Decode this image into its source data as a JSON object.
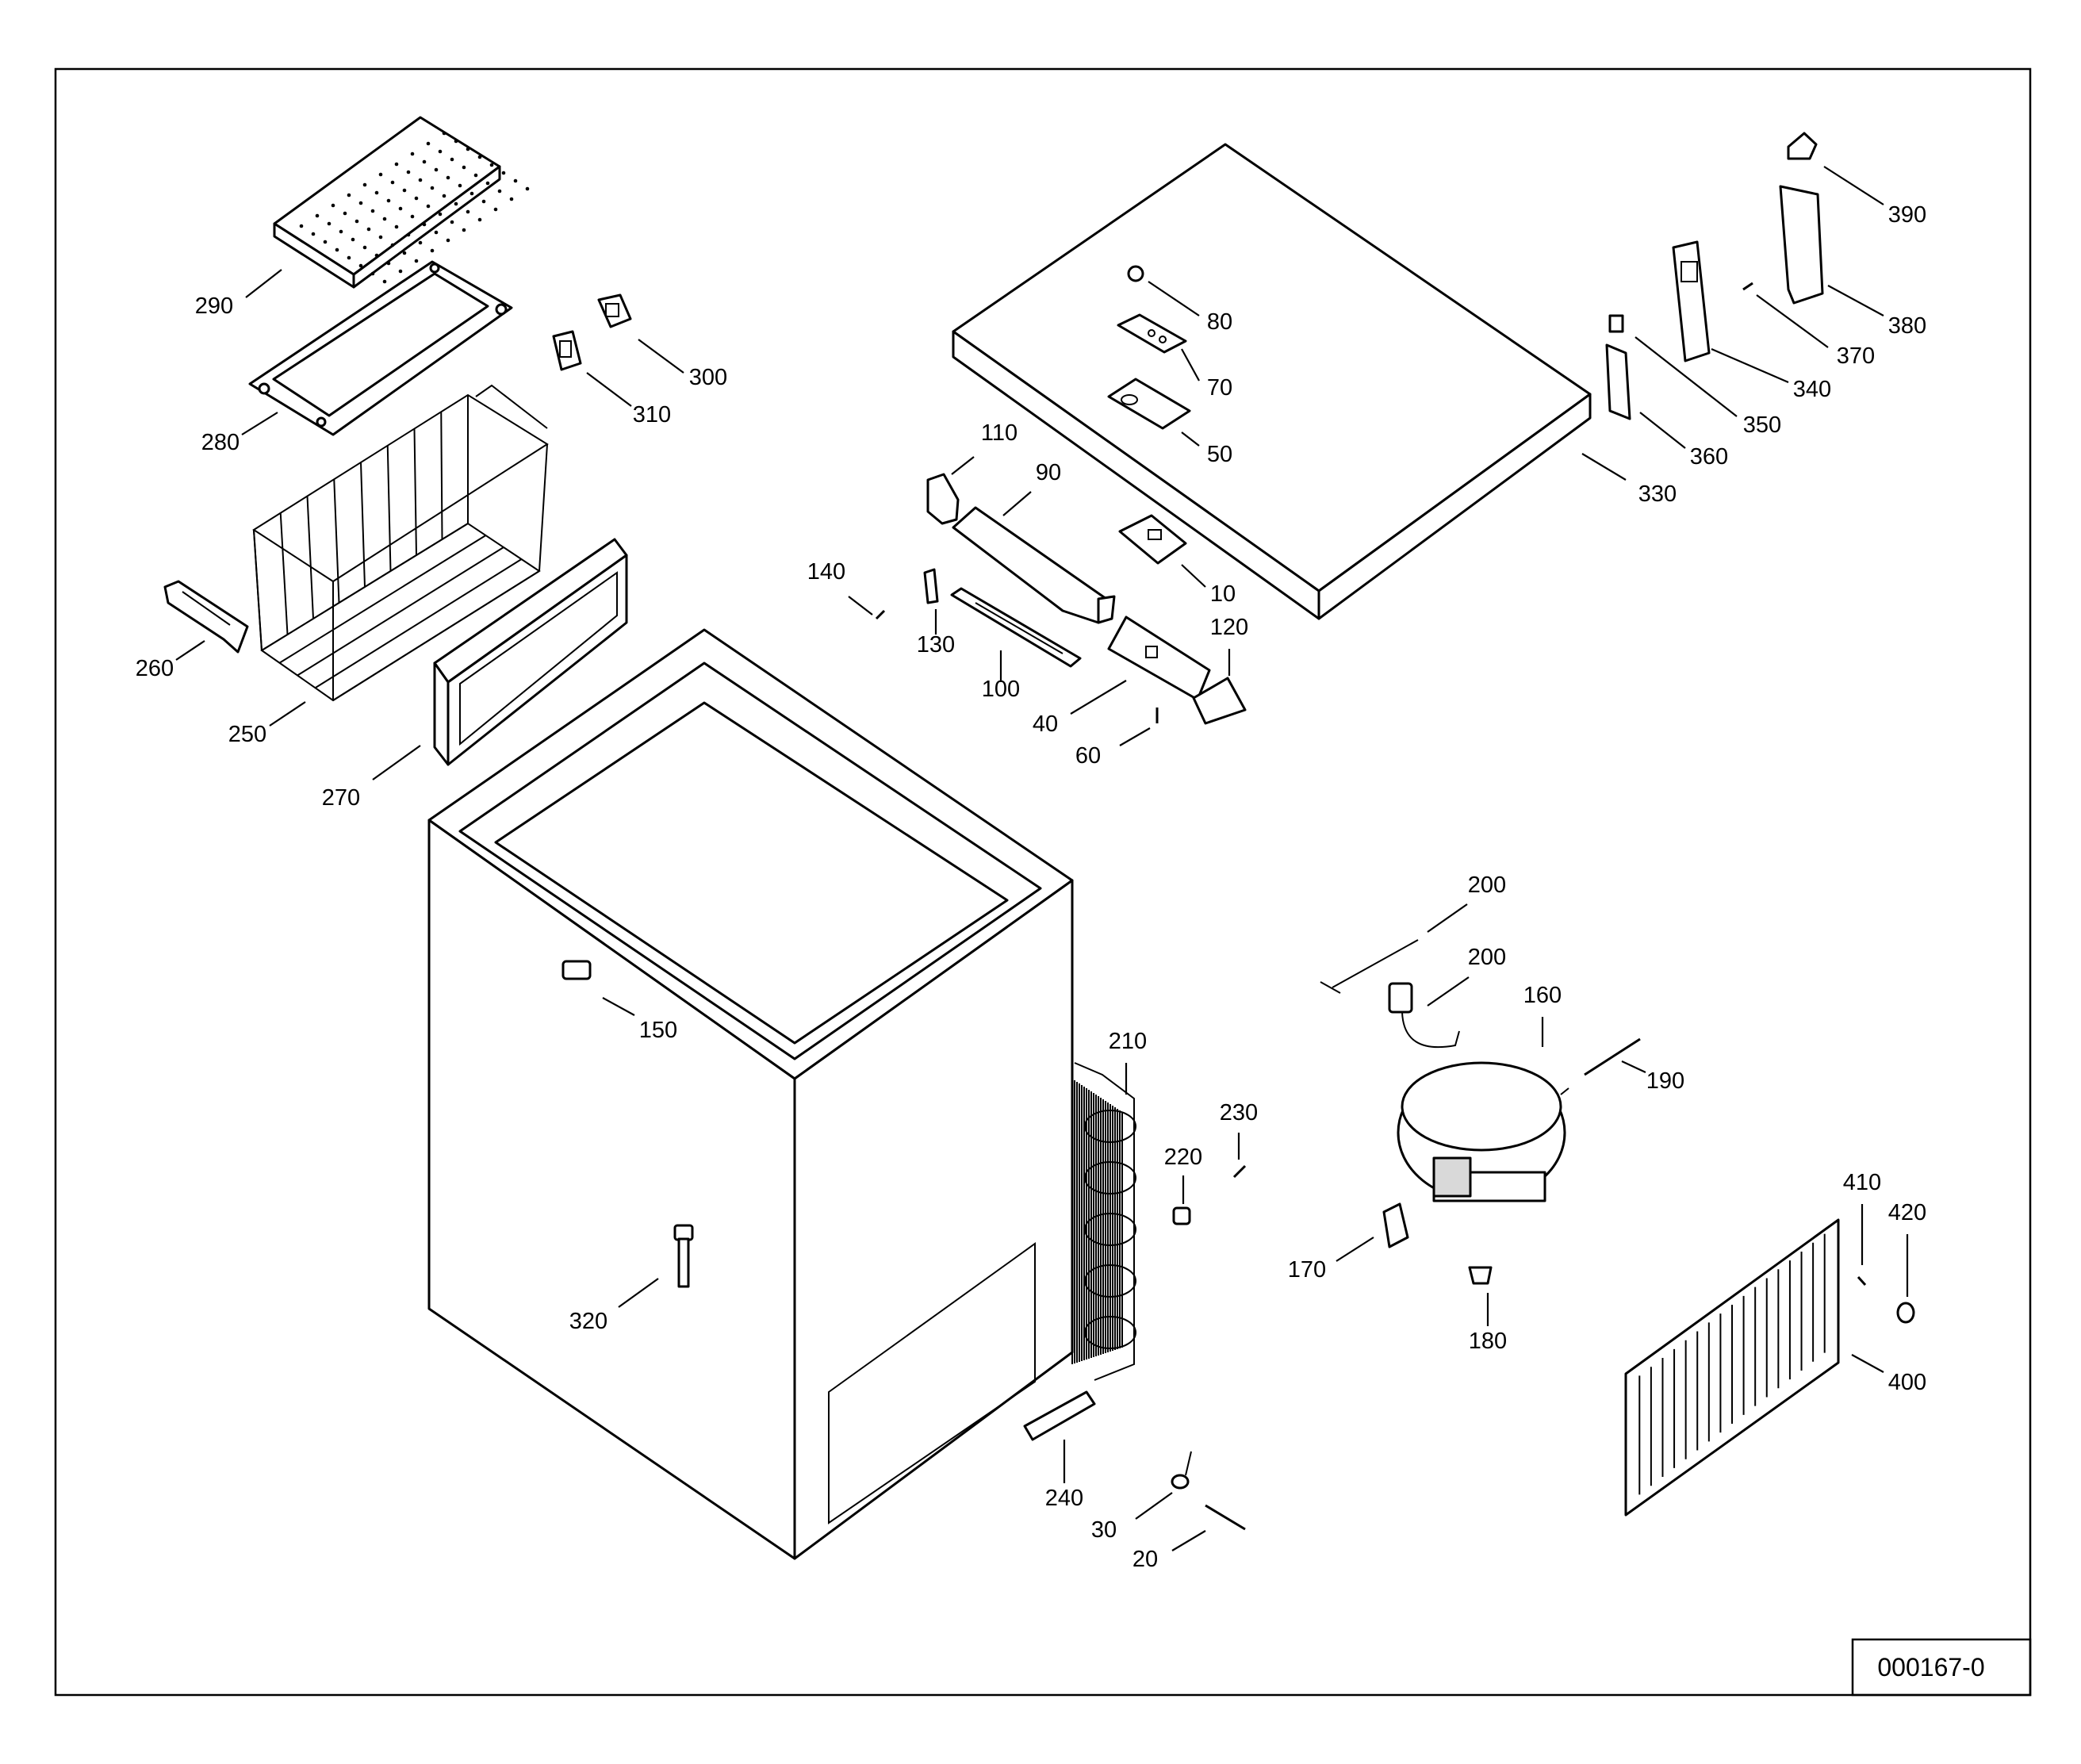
{
  "drawing_ref": "000167-0",
  "colors": {
    "line": "#000000",
    "background": "#ffffff",
    "shade": "#d9d9d9"
  },
  "callouts": [
    {
      "id": "10",
      "label": "10"
    },
    {
      "id": "20",
      "label": "20"
    },
    {
      "id": "30",
      "label": "30"
    },
    {
      "id": "40",
      "label": "40"
    },
    {
      "id": "50",
      "label": "50"
    },
    {
      "id": "60",
      "label": "60"
    },
    {
      "id": "70",
      "label": "70"
    },
    {
      "id": "80",
      "label": "80"
    },
    {
      "id": "90",
      "label": "90"
    },
    {
      "id": "100",
      "label": "100"
    },
    {
      "id": "110",
      "label": "110"
    },
    {
      "id": "120",
      "label": "120"
    },
    {
      "id": "130",
      "label": "130"
    },
    {
      "id": "140",
      "label": "140"
    },
    {
      "id": "150",
      "label": "150"
    },
    {
      "id": "160",
      "label": "160"
    },
    {
      "id": "170",
      "label": "170"
    },
    {
      "id": "180",
      "label": "180"
    },
    {
      "id": "190",
      "label": "190"
    },
    {
      "id": "200a",
      "label": "200"
    },
    {
      "id": "200b",
      "label": "200"
    },
    {
      "id": "210",
      "label": "210"
    },
    {
      "id": "220",
      "label": "220"
    },
    {
      "id": "230",
      "label": "230"
    },
    {
      "id": "240",
      "label": "240"
    },
    {
      "id": "250",
      "label": "250"
    },
    {
      "id": "260",
      "label": "260"
    },
    {
      "id": "270",
      "label": "270"
    },
    {
      "id": "280",
      "label": "280"
    },
    {
      "id": "290",
      "label": "290"
    },
    {
      "id": "300",
      "label": "300"
    },
    {
      "id": "310",
      "label": "310"
    },
    {
      "id": "320",
      "label": "320"
    },
    {
      "id": "330",
      "label": "330"
    },
    {
      "id": "340",
      "label": "340"
    },
    {
      "id": "350",
      "label": "350"
    },
    {
      "id": "360",
      "label": "360"
    },
    {
      "id": "370",
      "label": "370"
    },
    {
      "id": "380",
      "label": "380"
    },
    {
      "id": "390",
      "label": "390"
    },
    {
      "id": "400",
      "label": "400"
    },
    {
      "id": "410",
      "label": "410"
    },
    {
      "id": "420",
      "label": "420"
    }
  ]
}
